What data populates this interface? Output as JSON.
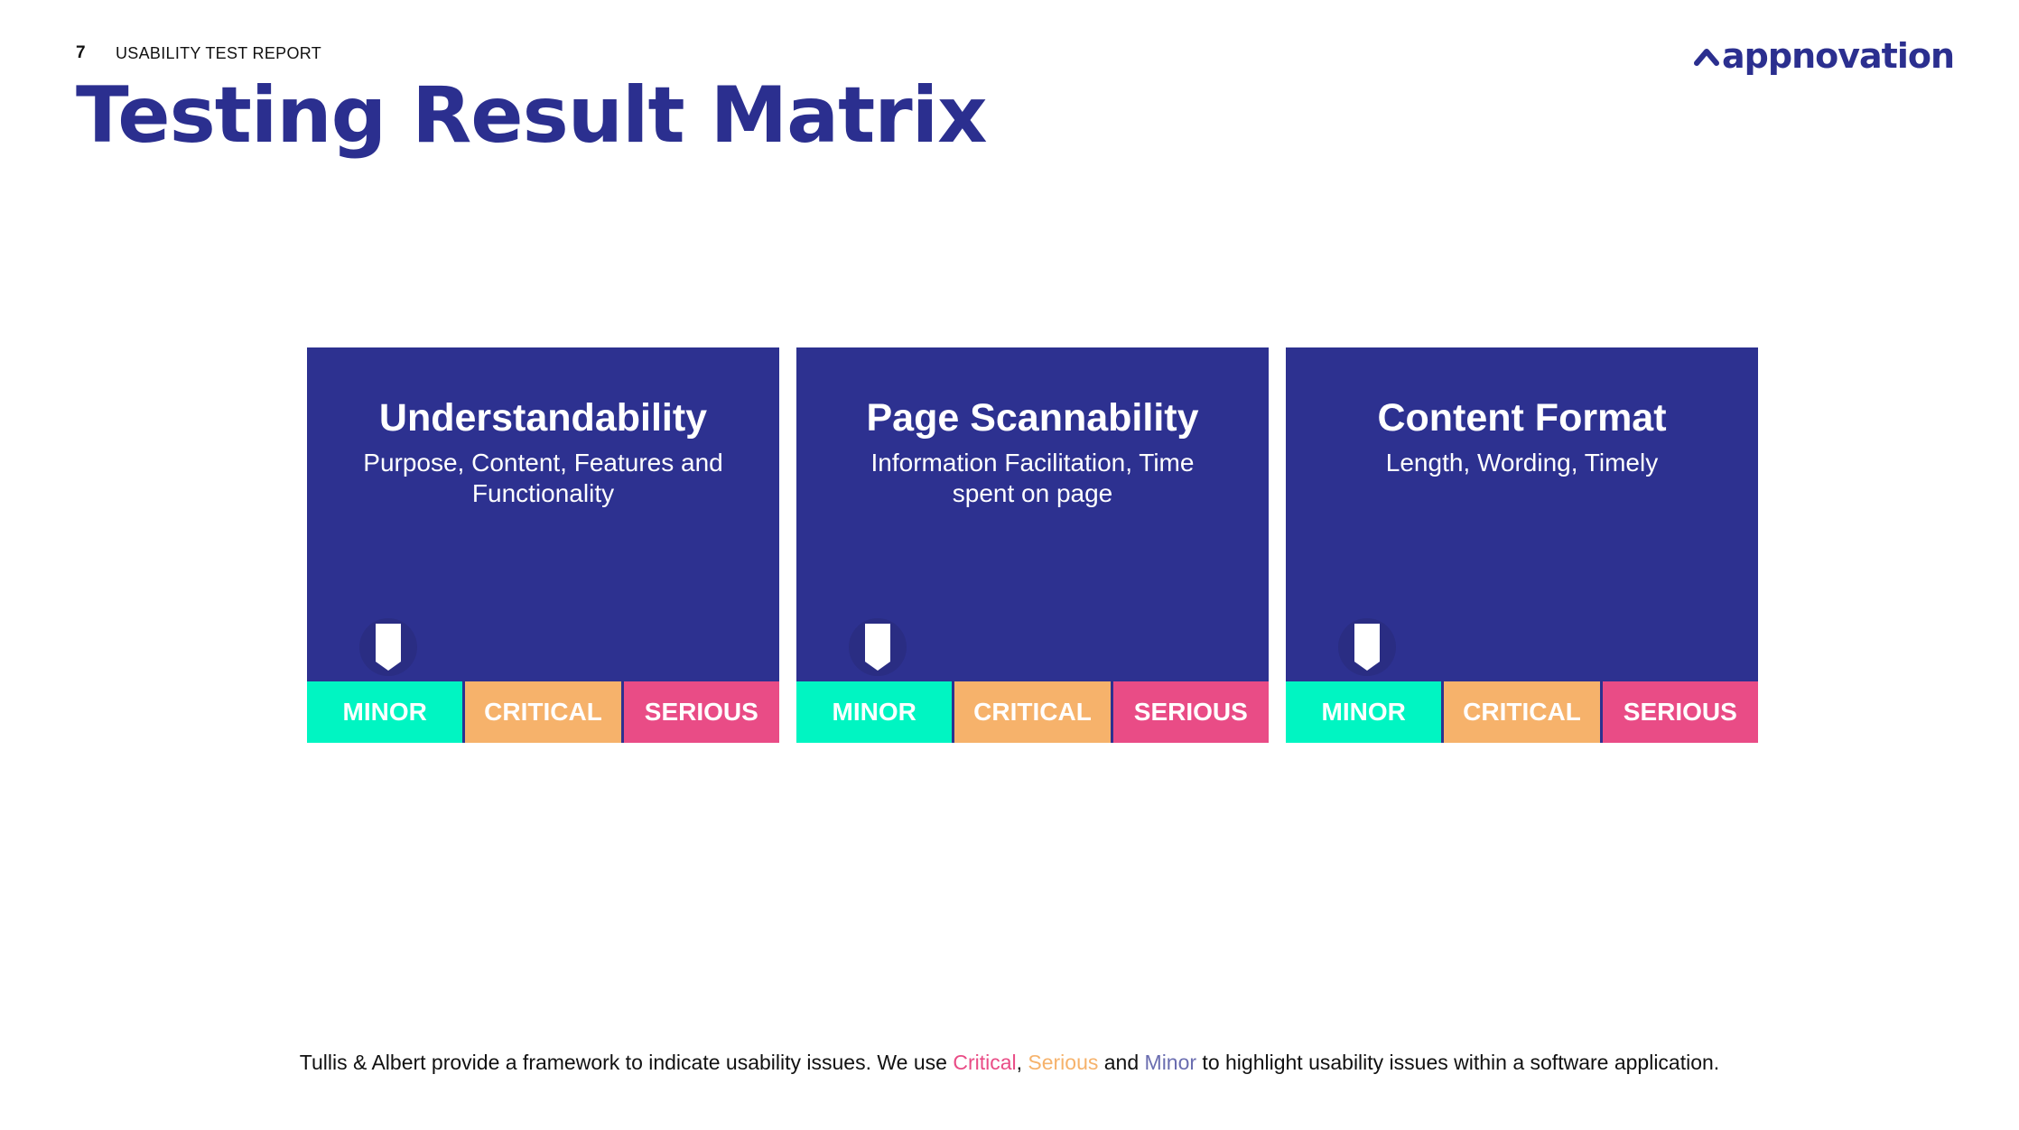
{
  "header": {
    "page_number": "7",
    "report_label": "USABILITY TEST REPORT",
    "title": "Testing Result Matrix",
    "logo_text": "appnovation"
  },
  "colors": {
    "brand": "#2b2f8f",
    "card_bg": "#2d3190",
    "minor": "#00f5c2",
    "critical": "#f6b26b",
    "serious": "#e94c86"
  },
  "cards": [
    {
      "title": "Understandability",
      "subtitle": "Purpose, Content, Features and Functionality",
      "marker_icon": "bookmark-icon",
      "ratings": [
        "MINOR",
        "CRITICAL",
        "SERIOUS"
      ]
    },
    {
      "title": "Page Scannability",
      "subtitle": "Information Facilitation, Time spent on page",
      "marker_icon": "bookmark-icon",
      "ratings": [
        "MINOR",
        "CRITICAL",
        "SERIOUS"
      ]
    },
    {
      "title": "Content Format",
      "subtitle": "Length, Wording, Timely",
      "marker_icon": "bookmark-icon",
      "ratings": [
        "MINOR",
        "CRITICAL",
        "SERIOUS"
      ]
    }
  ],
  "footnote": {
    "part1": "Tullis & Albert provide a framework to indicate usability issues. We use ",
    "critical": "Critical",
    "comma": ", ",
    "serious": "Serious",
    "and": " and ",
    "minor": "Minor",
    "part2": " to highlight usability issues within a software application."
  }
}
